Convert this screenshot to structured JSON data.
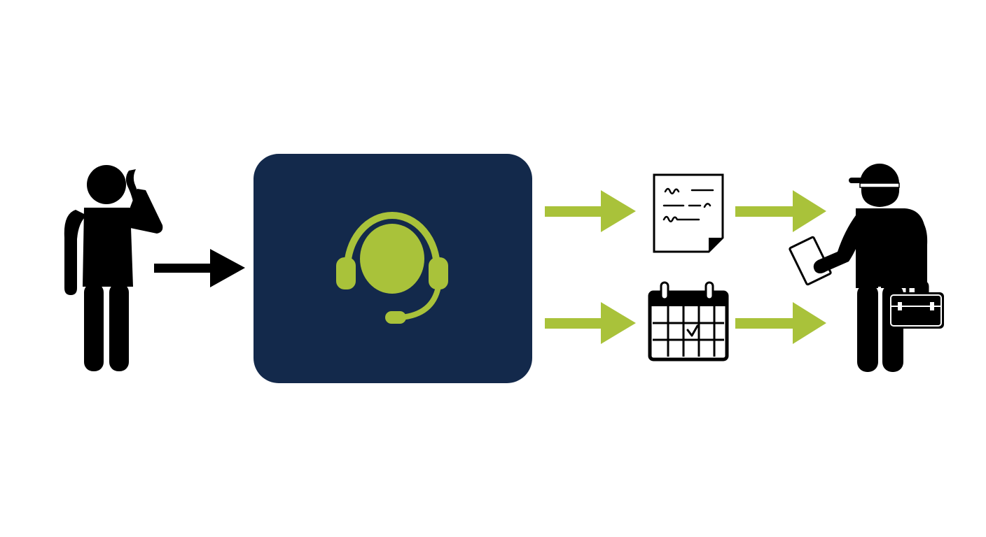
{
  "diagram": {
    "nodes": [
      {
        "id": "caller",
        "icon": "person-on-phone-icon"
      },
      {
        "id": "support",
        "icon": "headset-agent-icon"
      },
      {
        "id": "work-order",
        "icon": "document-icon"
      },
      {
        "id": "schedule",
        "icon": "calendar-check-icon"
      },
      {
        "id": "technician",
        "icon": "technician-with-toolbox-icon"
      }
    ],
    "edges": [
      {
        "from": "caller",
        "to": "support",
        "color": "#000000"
      },
      {
        "from": "support",
        "to": "work-order",
        "color": "#a9c23a"
      },
      {
        "from": "support",
        "to": "schedule",
        "color": "#a9c23a"
      },
      {
        "from": "work-order",
        "to": "technician",
        "color": "#a9c23a"
      },
      {
        "from": "schedule",
        "to": "technician",
        "color": "#a9c23a"
      }
    ]
  },
  "colors": {
    "navy": "#13294b",
    "lime": "#a9c23a",
    "black": "#000000",
    "white": "#ffffff"
  }
}
